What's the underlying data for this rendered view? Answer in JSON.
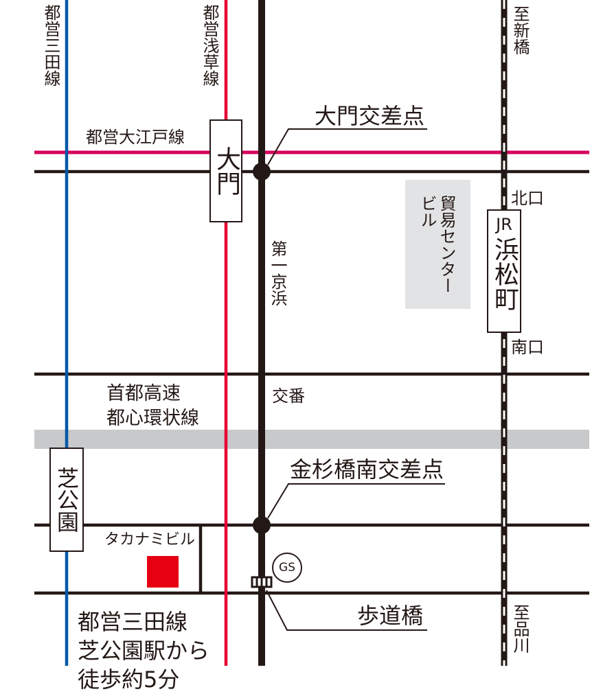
{
  "colors": {
    "road": "#231815",
    "oedo": "#d6005b",
    "asakusa": "#e60033",
    "mita": "#0059a8",
    "expressway": "#c8c9ca",
    "building_block": "#e2e3e4",
    "target_building": "#e60012"
  },
  "rail_lines": {
    "mita": "都営三田線",
    "asakusa": "都営浅草線",
    "oedo": "都営大江戸線"
  },
  "stations": {
    "daimon": "大門",
    "shibakoen": "芝公園",
    "hamamatsucho_prefix": "JR",
    "hamamatsucho": "浜松町",
    "north_exit": "北口",
    "south_exit": "南口"
  },
  "directions": {
    "to_shinbashi": "至新橋",
    "to_shinagawa": "至品川"
  },
  "roads": {
    "daiichi_keihin": "第一京浜",
    "expressway_line1": "首都高速",
    "expressway_line2": "都心環状線"
  },
  "landmarks": {
    "world_trade_center": [
      "ビル",
      "貿易センター"
    ],
    "police_box": "交番",
    "gas_station": "GS",
    "target_building": "タカナミビル"
  },
  "callouts": {
    "daimon_intersection": "大門交差点",
    "kanasugibashi_intersection": "金杉橋南交差点",
    "footbridge": "歩道橋"
  },
  "access_note": [
    "都営三田線",
    "芝公園駅から",
    "徒歩約5分"
  ],
  "icons": {
    "intersection": "intersection-dot-icon",
    "footbridge": "footbridge-icon",
    "target": "target-building-marker"
  }
}
